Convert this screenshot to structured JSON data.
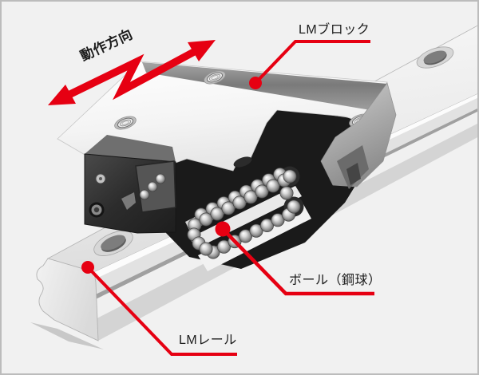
{
  "figure": {
    "description_type": "technical-diagram",
    "subject": "linear-motion-guide-cutaway"
  },
  "labels": {
    "motion_direction": "動作方向",
    "lm_block": "LMブロック",
    "ball": "ボール（鋼球）",
    "lm_rail": "LMレール"
  },
  "colors": {
    "accent_red": "#e60012",
    "background": "#f1f1f1",
    "border": "#bcbcbc",
    "text": "#1c1c1c"
  }
}
